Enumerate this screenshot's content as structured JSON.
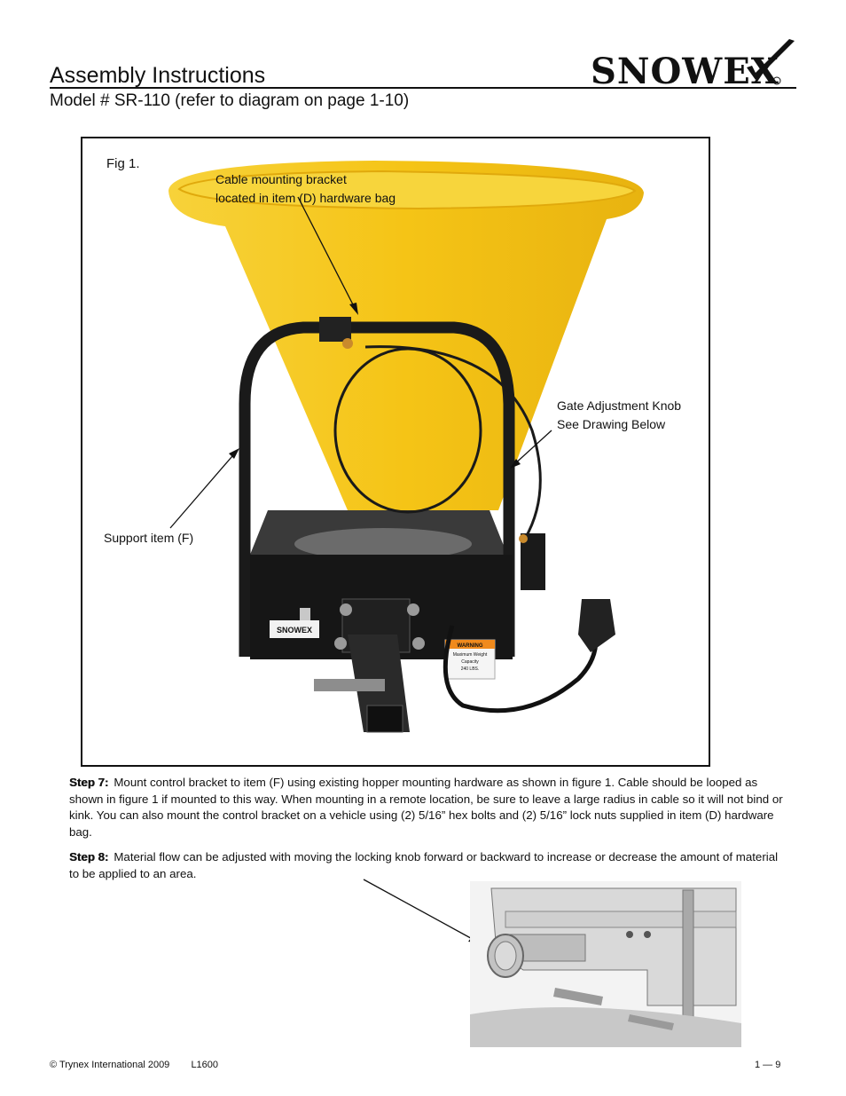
{
  "header": {
    "title": "Assembly Instructions",
    "subtitle": "Model # SR-110 (refer to diagram on page 1-10)",
    "logo_text": "SNOWEX"
  },
  "figure": {
    "label": "Fig 1.",
    "callouts": {
      "cable_line1": "Cable mounting bracket",
      "cable_line2": "located in item (D) hardware bag",
      "gate_line1": "Gate Adjustment Knob",
      "gate_line2": "See Drawing Below",
      "support": "Support item (F)"
    },
    "decals": {
      "logo": "SNOWEX",
      "warning": "WARNING",
      "capacity_line1": "Maximum Weight",
      "capacity_line2": "Capacity",
      "capacity_line3": "240 LBS."
    }
  },
  "steps": [
    {
      "label": "Step 7:",
      "text": "Mount control bracket to item (F) using existing hopper mounting hardware as shown in figure 1.  Cable should be looped as shown in figure 1 if mounted to this way.  When mounting in a remote location, be sure to leave a large radius in cable so it will not bind or kink.  You can also mount the control bracket on a vehicle using (2) 5/16” hex bolts and (2) 5/16” lock nuts supplied in item (D) hardware bag."
    },
    {
      "label": "Step 8:",
      "text": "Material flow can be adjusted with moving the locking knob forward or backward to increase or decrease the amount of material to be applied to an area."
    }
  ],
  "footer": {
    "copyright": "© Trynex International 2009",
    "doc_code": "L1600",
    "page": "1 — 9"
  },
  "colors": {
    "hopper": "#f5c416",
    "hopper_shade": "#e0a90c",
    "frame": "#1a1a1a",
    "warning_orange": "#f08a1c"
  }
}
